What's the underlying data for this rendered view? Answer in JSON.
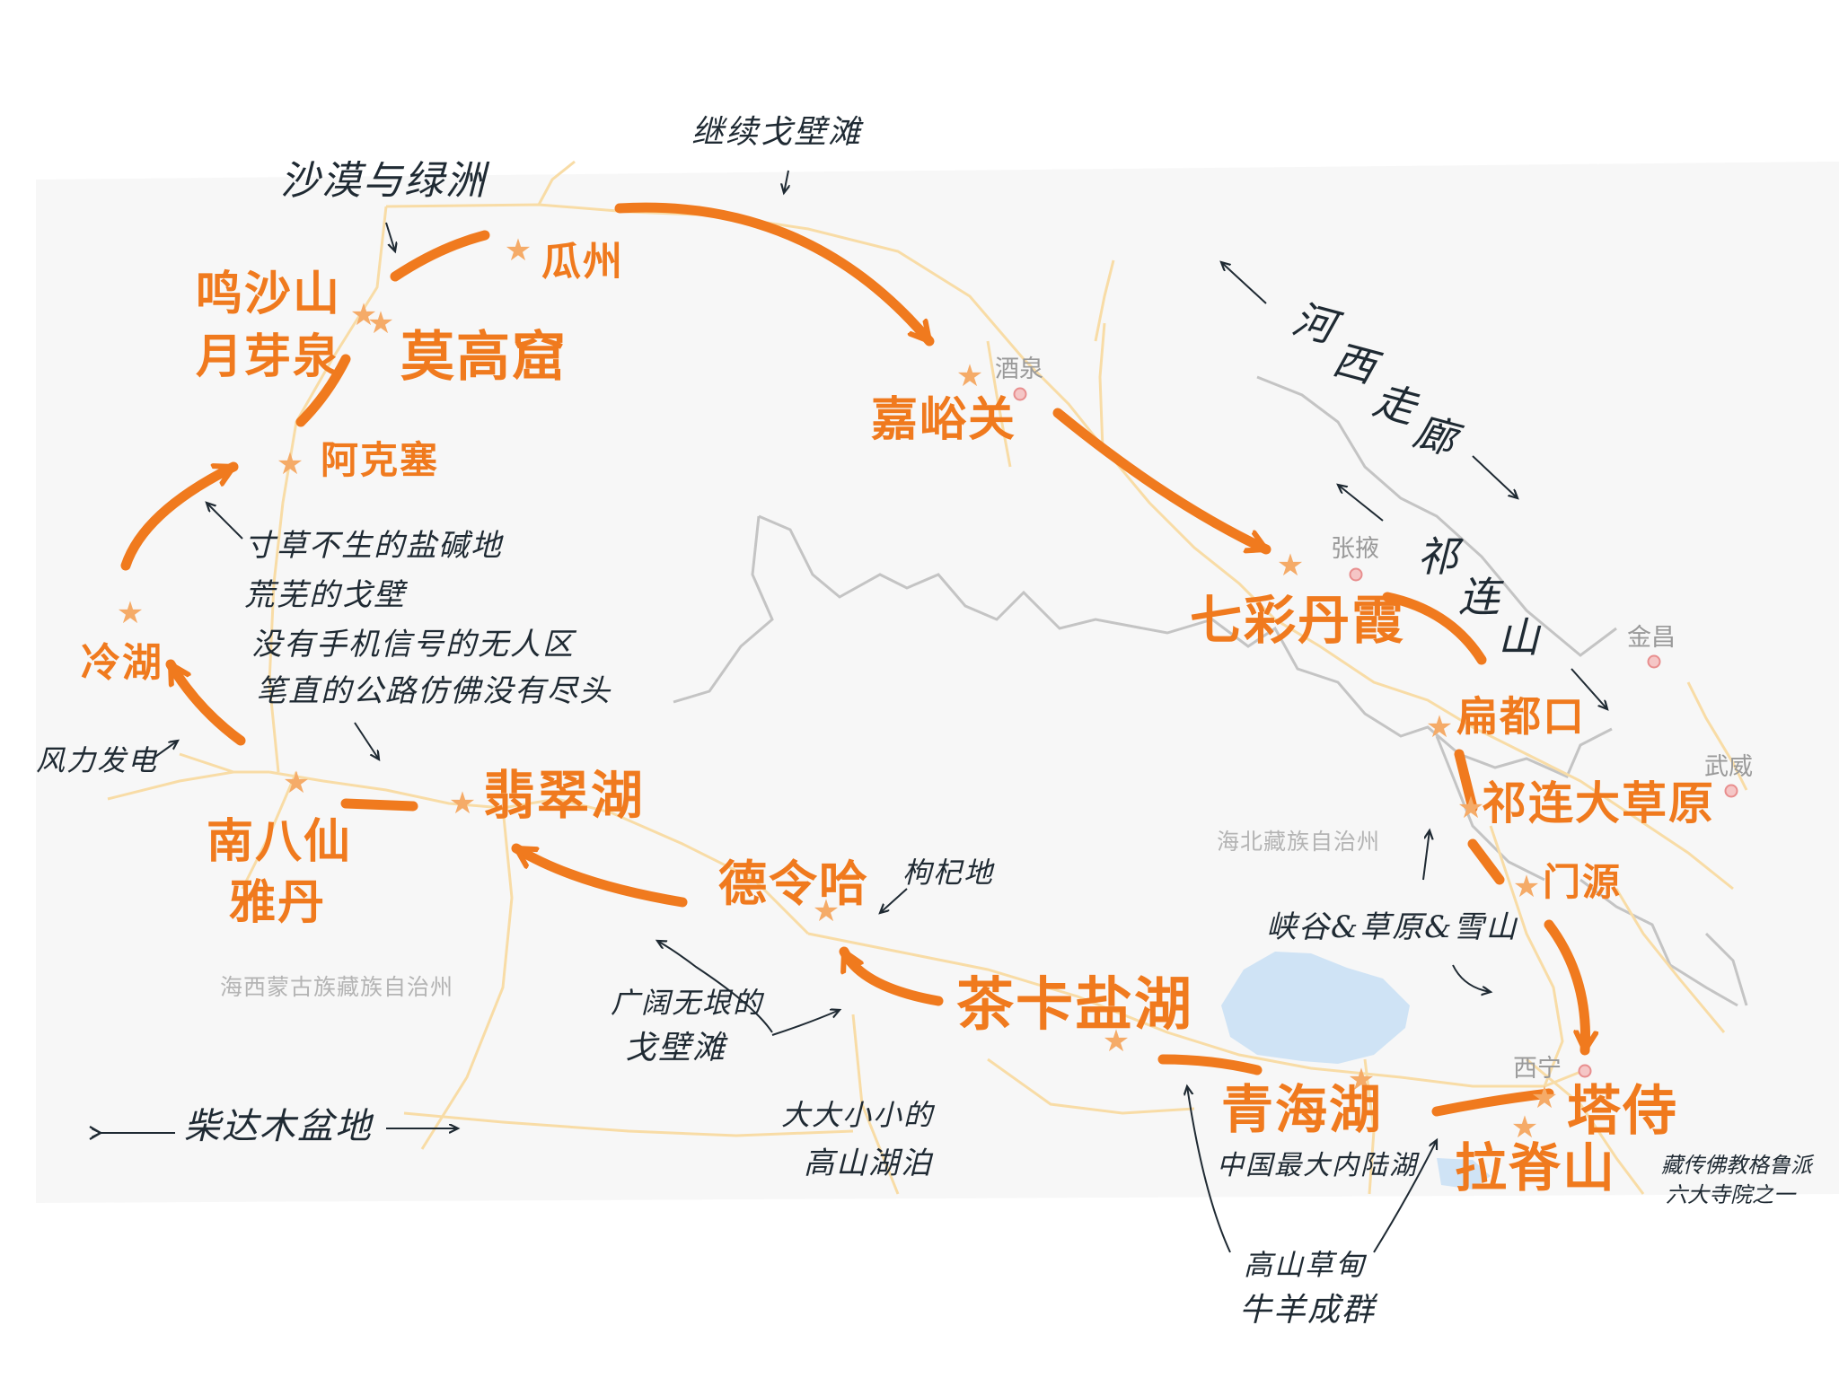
{
  "colors": {
    "accent": "#f07a1e",
    "star": "#f5ab68",
    "note": "#1f2a33",
    "lake": "#cfe3f5",
    "road": "#f8dca6"
  },
  "places": {
    "mingsha": "鸣沙山",
    "yueya": "月芽泉",
    "mogao": "莫高窟",
    "guazhou": "瓜州",
    "akesai": "阿克塞",
    "lenghu": "冷湖",
    "nanbaxian": "南八仙",
    "yadan": "雅丹",
    "feicui": "翡翠湖",
    "delingha": "德令哈",
    "chaka": "茶卡盐湖",
    "qinghaihu": "青海湖",
    "taer": "塔侍",
    "laji": "拉脊山",
    "menyuan": "门源",
    "qilian_grassland": "祁连大草原",
    "biandukou": "扁都口",
    "qicai": "七彩丹霞",
    "jiayuguan": "嘉峪关"
  },
  "notes": {
    "desert_oasis": "沙漠与绿洲",
    "gobi_continue": "继续戈壁滩",
    "hexi": "河西走廊",
    "qilianshan": "祁连山",
    "barren_1": "寸草不生的盐碱地",
    "barren_2": "荒芜的戈壁",
    "barren_3": "没有手机信号的无人区",
    "barren_4": "笔直的公路仿佛没有尽头",
    "wind": "风力发电",
    "goji": "枸杞地",
    "gobi_vast_1": "广阔无垠的",
    "gobi_vast_2": "戈壁滩",
    "lakes_1": "大大小小的",
    "lakes_2": "高山湖泊",
    "qaidam": "柴达木盆地",
    "canyon": "峡谷&草原&雪山",
    "biggest_lake": "中国最大内陆湖",
    "meadow_1": "高山草甸",
    "meadow_2": "牛羊成群",
    "temple_1": "藏传佛教格鲁派",
    "temple_2": "六大寺院之一"
  },
  "cities": {
    "jiuquan": "酒泉",
    "zhangye": "张掖",
    "jinchang": "金昌",
    "wuwei": "武威",
    "xining": "西宁"
  },
  "regions": {
    "haixi": "海西蒙古族藏族自治州",
    "haibei": "海北藏族自治州"
  }
}
